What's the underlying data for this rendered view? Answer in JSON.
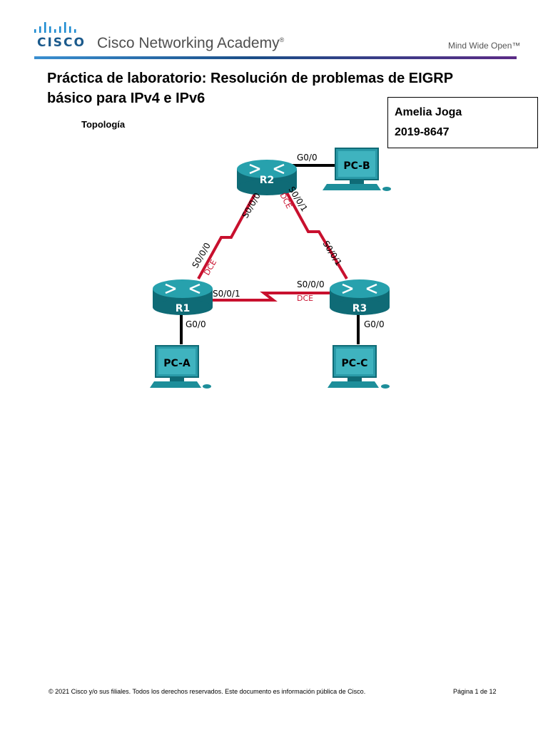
{
  "header": {
    "logo_text": "CISCO",
    "academy": "Cisco Networking Academy",
    "academy_mark": "®",
    "tagline": "Mind Wide Open™"
  },
  "document": {
    "title": "Práctica de laboratorio: Resolución de problemas de EIGRP básico para IPv4 e IPv6",
    "student_name": "Amelia Joga",
    "student_id": "2019-8647",
    "section_heading": "Topología"
  },
  "topology": {
    "routers": {
      "r1": "R1",
      "r2": "R2",
      "r3": "R3"
    },
    "pcs": {
      "pc_a": "PC-A",
      "pc_b": "PC-B",
      "pc_c": "PC-C"
    },
    "interfaces": {
      "r2_g0": "G0/0",
      "r2_s000": "S0/0/0",
      "r2_s001": "S0/0/1",
      "r1_s000": "S0/0/0",
      "r1_s001": "S0/0/1",
      "r1_g0": "G0/0",
      "r3_s000": "S0/0/0",
      "r3_s001": "S0/0/1",
      "r3_g0": "G0/0"
    },
    "dce_label": "DCE",
    "colors": {
      "router": "#1d8e9a",
      "serial_link": "#c8102e",
      "ethernet_link": "#000000",
      "pc_screen": "#2a9aa8"
    }
  },
  "footer": {
    "copyright": "© 2021 Cisco y/o sus filiales. Todos los derechos reservados. Este documento es información pública de Cisco.",
    "page": "Página 1 de 12"
  }
}
